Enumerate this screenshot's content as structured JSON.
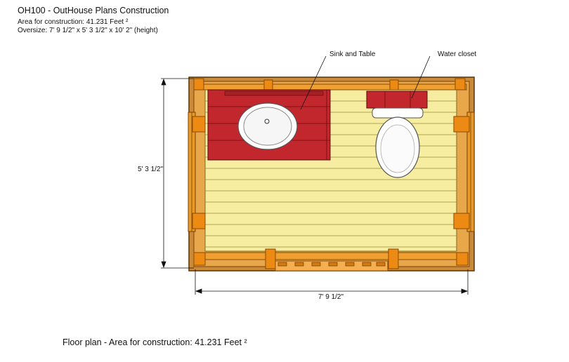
{
  "header": {
    "title": "OH100 - OutHouse Plans Construction",
    "area": "Area for construction: 41.231 Feet ²",
    "oversize": "Oversize: 7' 9 1/2\" x 5' 3 1/2\" x 10' 2\" (height)"
  },
  "labels": {
    "sink_table": "Sink and Table",
    "water_closet": "Water closet"
  },
  "dimensions": {
    "height": "5' 3 1/2\"",
    "width": "7' 9 1/2\""
  },
  "caption": "Floor plan - Area for construction: 41.231 Feet ²",
  "colors": {
    "floor": "#f7eda0",
    "framing": "#ec8a13",
    "timber_edge": "#9a5206",
    "sink_table": "#c1272d",
    "fixture": "#ffffff"
  }
}
